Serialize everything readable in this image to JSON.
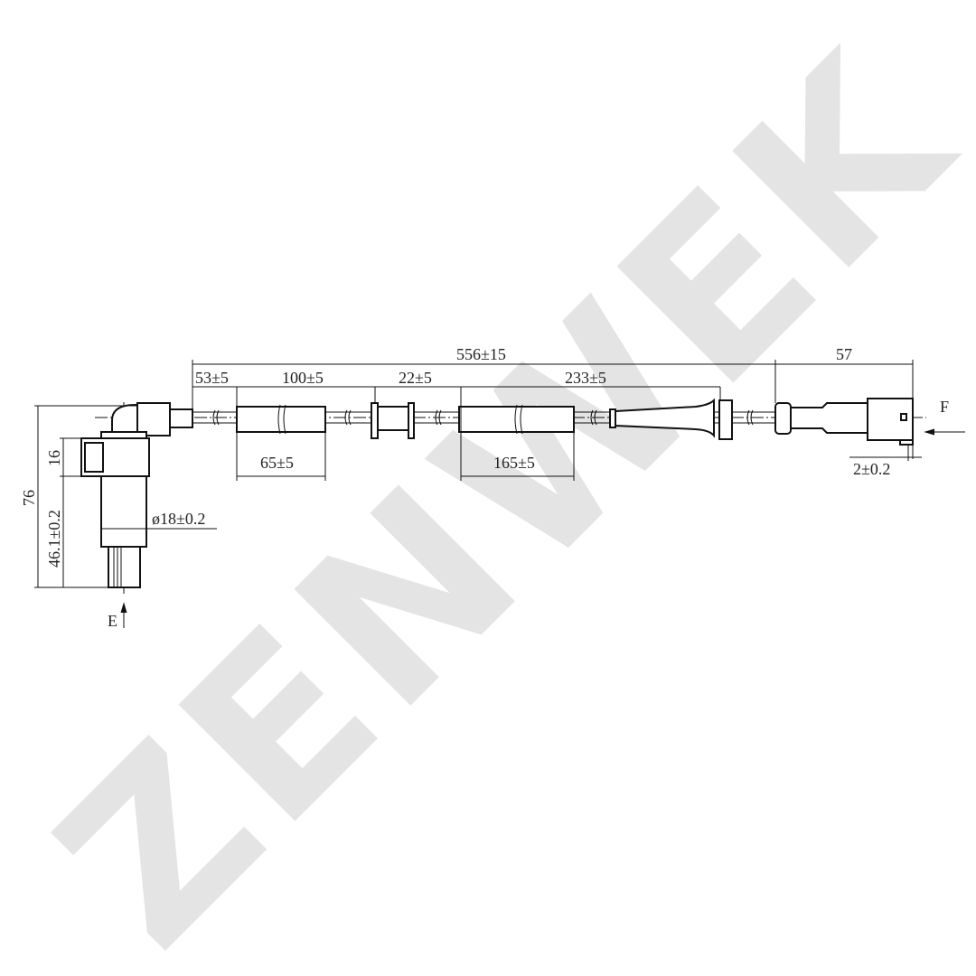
{
  "watermark": "ZENWEK",
  "dimensions": {
    "overall_length": "556±15",
    "connector_length": "57",
    "seg_1": "53±5",
    "seg_2": "100±5",
    "seg_3": "22±5",
    "seg_4": "233±5",
    "sleeve_1": "65±5",
    "sleeve_2": "165±5",
    "connector_offset": "2±0.2",
    "sensor_height": "76",
    "flange_height": "16",
    "sensor_body_height": "46.1±0.2",
    "sensor_diameter": "ø18±0.2"
  },
  "views": {
    "view_e": "E",
    "view_f": "F"
  },
  "colors": {
    "line": "#111111",
    "watermark": "#e4e4e4"
  }
}
